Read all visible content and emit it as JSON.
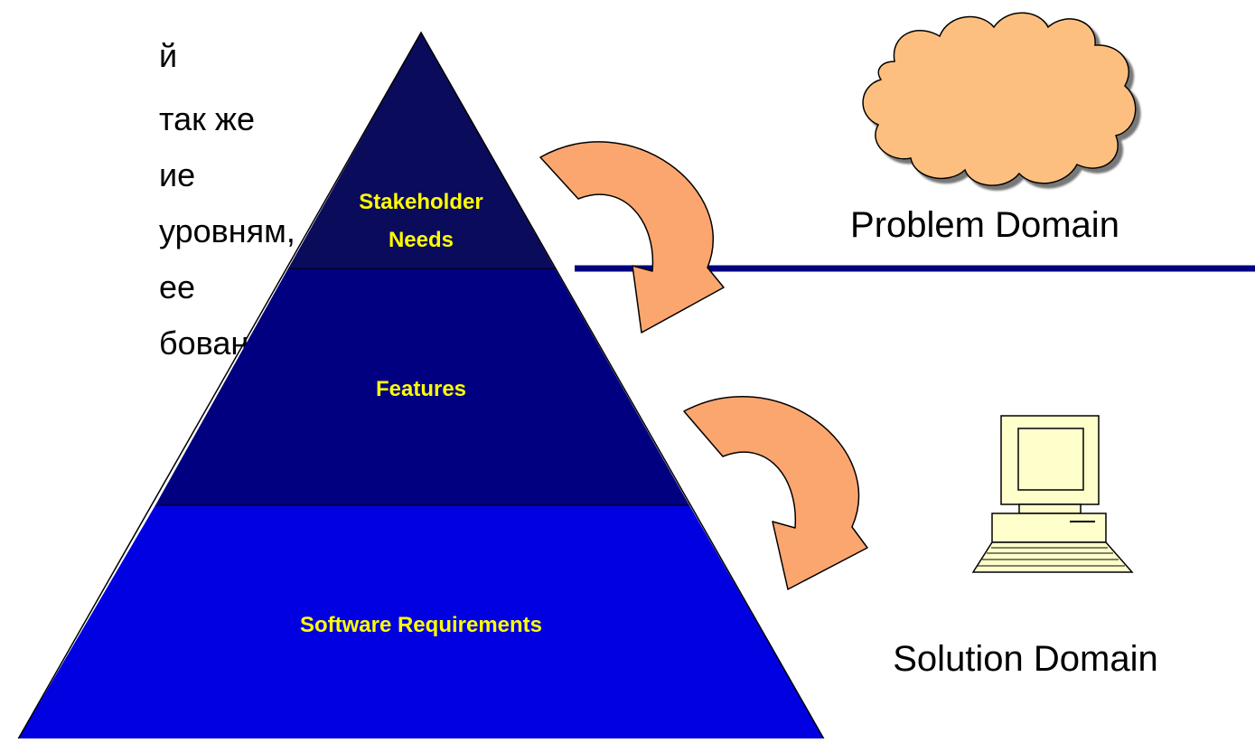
{
  "intro_text_lines": [
    "й",
    "так же",
    "ие",
    "уровням,",
    "ее",
    "бований"
  ],
  "pyramid": {
    "tiers": [
      {
        "label_lines": [
          "Stakeholder",
          "Needs"
        ],
        "fill": "#0b0b5c"
      },
      {
        "label_lines": [
          "Features"
        ],
        "fill": "#000080"
      },
      {
        "label_lines": [
          "Software Requirements"
        ],
        "fill": "#0000e0"
      }
    ],
    "label_color": "#ffff00",
    "outline_color": "#000000"
  },
  "domains": {
    "problem": {
      "label": "Problem Domain",
      "icon": "cloud-icon",
      "icon_fill": "#fdbf80"
    },
    "solution": {
      "label": "Solution Domain",
      "icon": "computer-icon",
      "icon_fill": "#ffffcc"
    }
  },
  "divider": {
    "color": "#000080"
  },
  "arrows": {
    "fill": "#fca66f",
    "outline": "#000000",
    "count": 2
  }
}
